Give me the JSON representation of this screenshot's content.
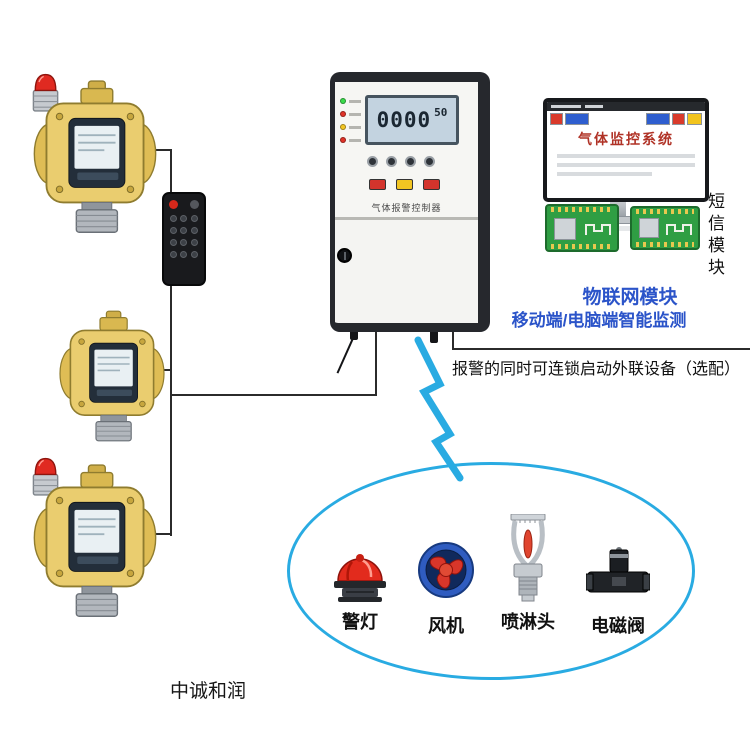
{
  "brand": {
    "name": "中诚和润"
  },
  "controller": {
    "lcd_main": "0000",
    "lcd_sub": "50",
    "panel_label": "气体报警控制器"
  },
  "monitor": {
    "screen_title": "气体监控系统"
  },
  "sms": {
    "label": "短信模块"
  },
  "iot": {
    "title": "物联网模块",
    "subtitle": "移动端/电脑端智能监测"
  },
  "note": {
    "text": "报警的同时可连锁启动外联设备（选配）"
  },
  "linked_devices": [
    {
      "label": "警灯"
    },
    {
      "label": "风机"
    },
    {
      "label": "喷淋头"
    },
    {
      "label": "电磁阀"
    }
  ],
  "colors": {
    "accent_blue": "#29abe2",
    "iot_text_blue": "#2b54c9",
    "detector_yellow": "#eacd6f",
    "alarm_red": "#e02a21",
    "pcb_green": "#2f9e43"
  }
}
